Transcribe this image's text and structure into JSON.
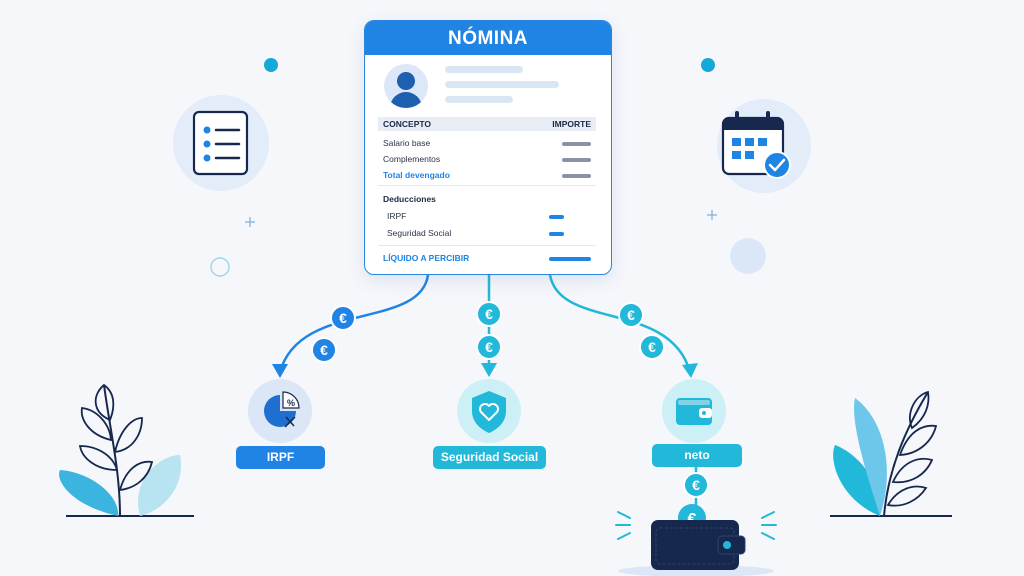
{
  "payslip": {
    "title": "NÓMINA",
    "columns": {
      "concept": "CONCEPTO",
      "amount": "IMPORTE"
    },
    "rows": [
      {
        "label": "Salario base"
      },
      {
        "label": "Complementos"
      },
      {
        "label": "Total devengado"
      }
    ],
    "deductions_title": "Deducciones",
    "deductions": [
      {
        "label": "IRPF"
      },
      {
        "label": "Seguridad Social"
      }
    ],
    "net_label": "LÍQUIDO A PERCIBIR"
  },
  "flows": {
    "currency_symbol": "€",
    "irpf_label": "IRPF",
    "social_security_label": "Seguridad Social",
    "net_label": "neto"
  },
  "colors": {
    "primary_blue": "#1f84e3",
    "cyan": "#22b8d9",
    "navy": "#16284d",
    "light_blue": "#e3ecf9"
  }
}
